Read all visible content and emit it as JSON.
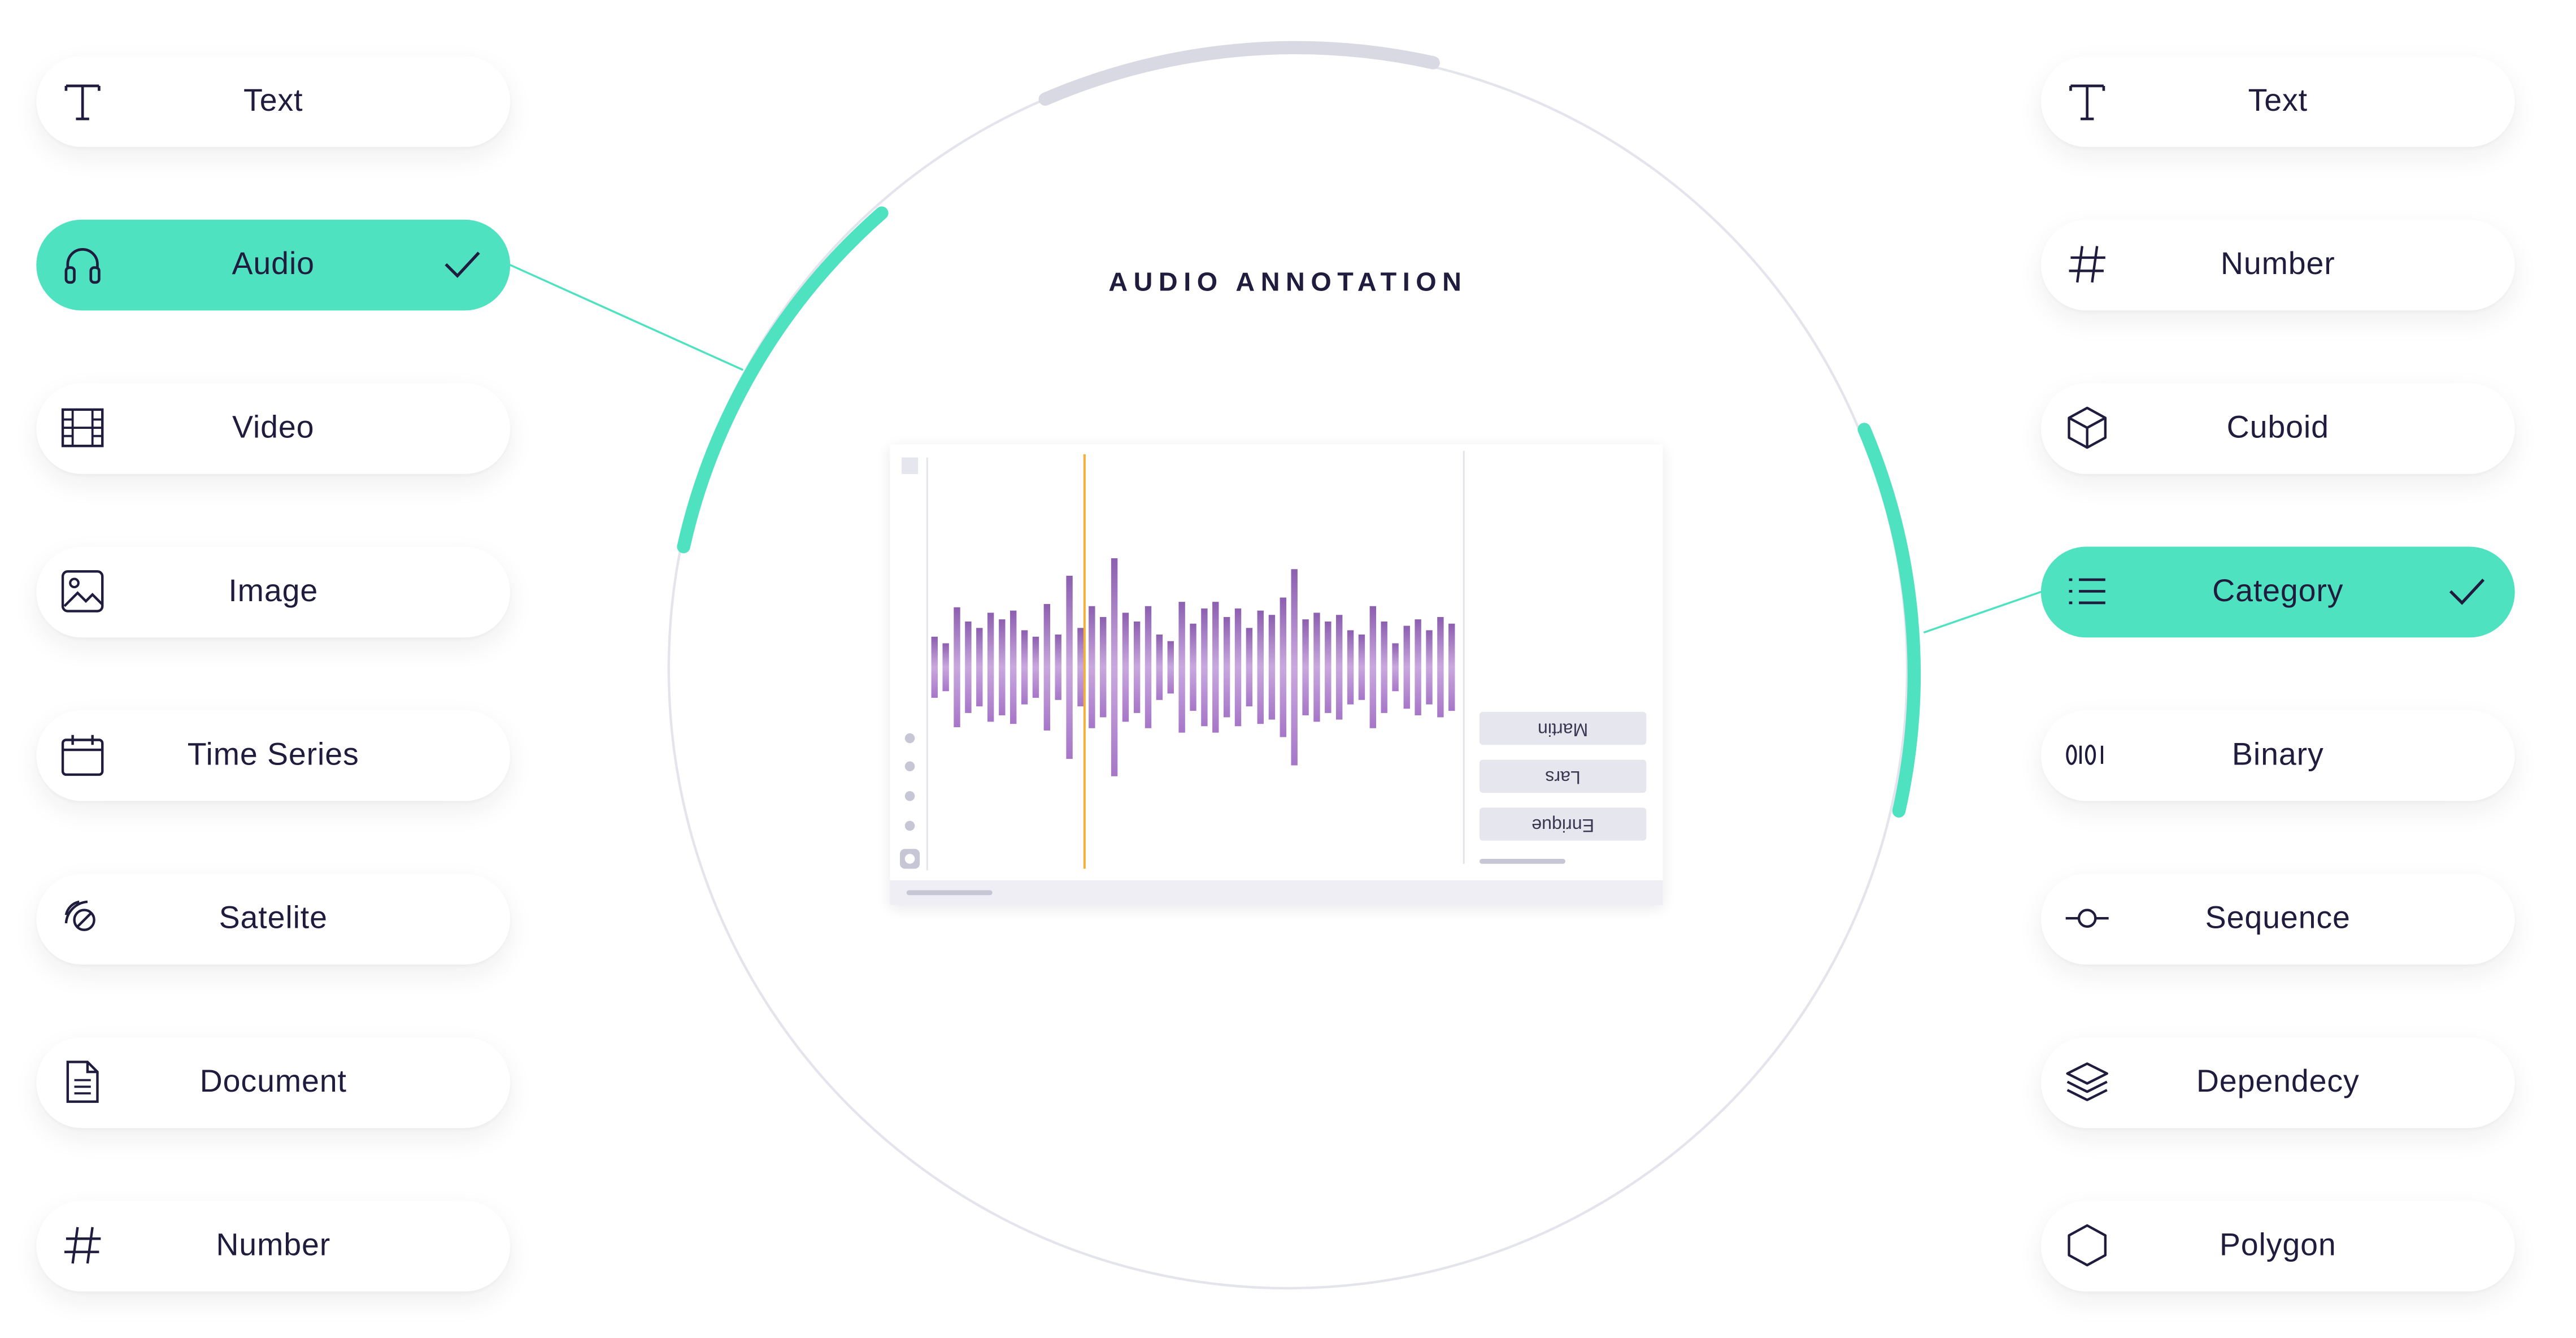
{
  "title": "AUDIO ANNOTATION",
  "data_types": [
    {
      "label": "Text",
      "icon": "text-icon",
      "selected": false
    },
    {
      "label": "Audio",
      "icon": "headphones-icon",
      "selected": true
    },
    {
      "label": "Video",
      "icon": "film-icon",
      "selected": false
    },
    {
      "label": "Image",
      "icon": "image-icon",
      "selected": false
    },
    {
      "label": "Time Series",
      "icon": "calendar-icon",
      "selected": false
    },
    {
      "label": "Satelite",
      "icon": "satellite-icon",
      "selected": false
    },
    {
      "label": "Document",
      "icon": "document-icon",
      "selected": false
    },
    {
      "label": "Number",
      "icon": "hash-icon",
      "selected": false
    }
  ],
  "label_types": [
    {
      "label": "Text",
      "icon": "text-icon",
      "selected": false
    },
    {
      "label": "Number",
      "icon": "hash-icon",
      "selected": false
    },
    {
      "label": "Cuboid",
      "icon": "cube-icon",
      "selected": false
    },
    {
      "label": "Category",
      "icon": "list-icon",
      "selected": true
    },
    {
      "label": "Binary",
      "icon": "binary-icon",
      "selected": false
    },
    {
      "label": "Sequence",
      "icon": "sequence-icon",
      "selected": false
    },
    {
      "label": "Dependecy",
      "icon": "layers-icon",
      "selected": false
    },
    {
      "label": "Polygon",
      "icon": "hexagon-icon",
      "selected": false
    }
  ],
  "preview": {
    "labels": [
      "Martin",
      "Lars",
      "Enrique"
    ],
    "waveform_amplitudes": [
      0.28,
      0.22,
      0.55,
      0.42,
      0.36,
      0.5,
      0.44,
      0.52,
      0.34,
      0.28,
      0.58,
      0.3,
      0.84,
      0.36,
      0.56,
      0.46,
      1.0,
      0.5,
      0.42,
      0.56,
      0.3,
      0.24,
      0.6,
      0.4,
      0.54,
      0.6,
      0.46,
      0.54,
      0.36,
      0.52,
      0.48,
      0.64,
      0.9,
      0.44,
      0.5,
      0.42,
      0.48,
      0.34,
      0.3,
      0.56,
      0.42,
      0.22,
      0.38,
      0.44,
      0.34,
      0.46,
      0.4
    ],
    "playhead_position": 0.29
  },
  "colors": {
    "accent": "#4ee2c1",
    "wave": "#a67cc6",
    "playhead": "#f2b13a",
    "text": "#1f1c3d"
  }
}
